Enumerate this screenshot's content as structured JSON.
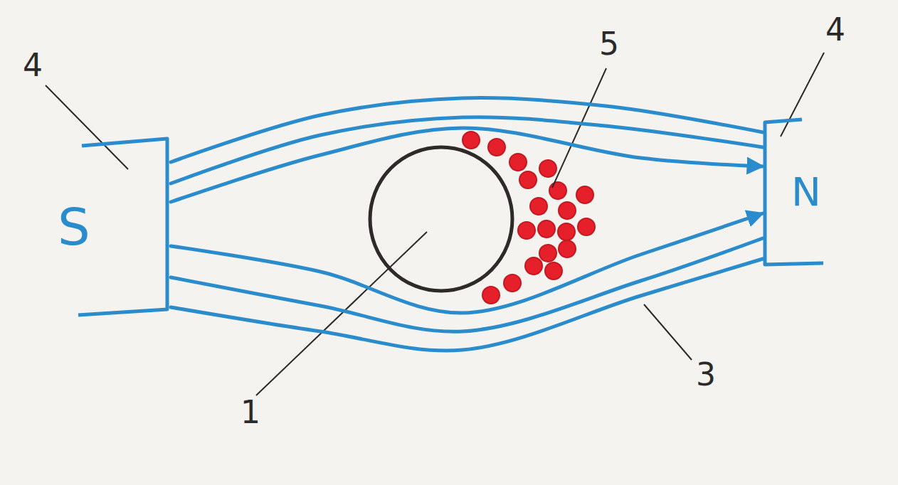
{
  "diagram": {
    "nodes": [
      {
        "text": [
          "S"
        ]
      },
      {
        "text": [
          "N"
        ]
      }
    ],
    "edges": [
      {
        "from": 0,
        "to": 1,
        "arrow": "none"
      },
      {
        "from": 0,
        "to": 1,
        "arrow": "none"
      },
      {
        "from": 0,
        "to": 1,
        "arrow": "to"
      },
      {
        "from": 0,
        "to": 1,
        "arrow": "to"
      },
      {
        "from": 0,
        "to": 1,
        "arrow": "none"
      },
      {
        "from": 0,
        "to": 1,
        "arrow": "none"
      }
    ],
    "labels": [
      "4",
      "5",
      "4",
      "1",
      "3"
    ]
  }
}
